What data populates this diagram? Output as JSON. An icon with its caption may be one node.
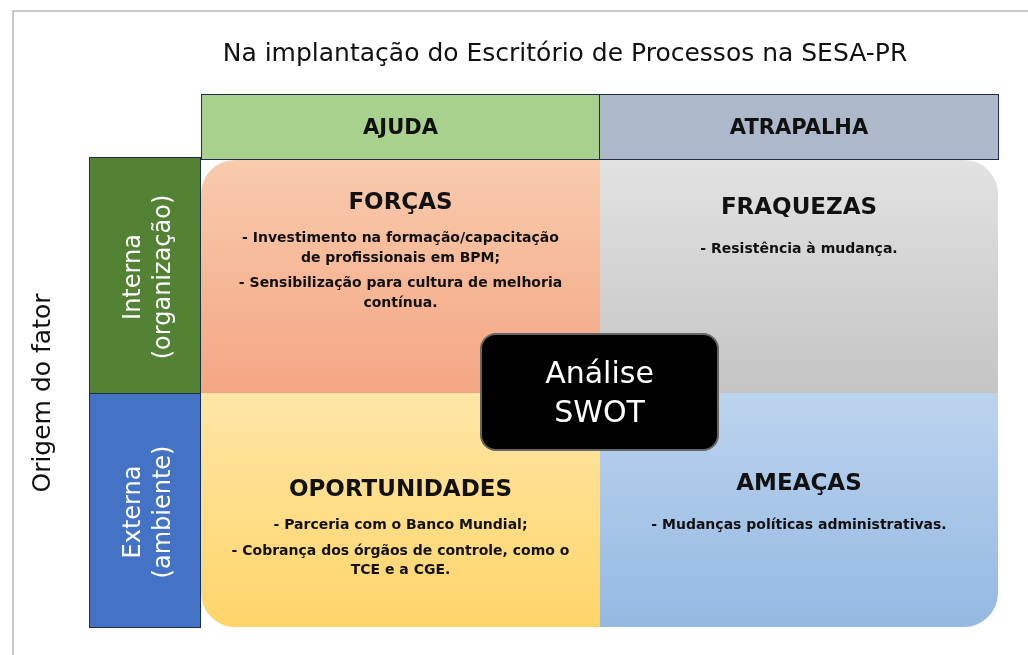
{
  "diagram": {
    "title": "Na implantação do Escritório de Processos na SESA-PR",
    "nodes": [
      {
        "text": [
          "AJUDA"
        ]
      },
      {
        "text": [
          "ATRAPALHA"
        ]
      },
      {
        "text": [
          "Interna (organização)"
        ]
      },
      {
        "text": [
          "Externa (ambiente)"
        ]
      },
      {
        "text": [
          "FORÇAS",
          "- Investimento na formação/capacitação de profissionais em BPM;",
          "- Sensibilização para cultura de melhoria contínua."
        ]
      },
      {
        "text": [
          "FRAQUEZAS",
          "- Resistência à mudança."
        ]
      },
      {
        "text": [
          "OPORTUNIDADES",
          "- Parceria com o Banco Mundial;",
          "- Cobrança dos órgãos de controle, como o TCE e a CGE."
        ]
      },
      {
        "text": [
          "AMEAÇAS",
          "- Mudanças políticas administrativas."
        ]
      },
      {
        "text": [
          "Análise SWOT"
        ]
      }
    ],
    "labels": [
      "Origem do fator"
    ]
  }
}
